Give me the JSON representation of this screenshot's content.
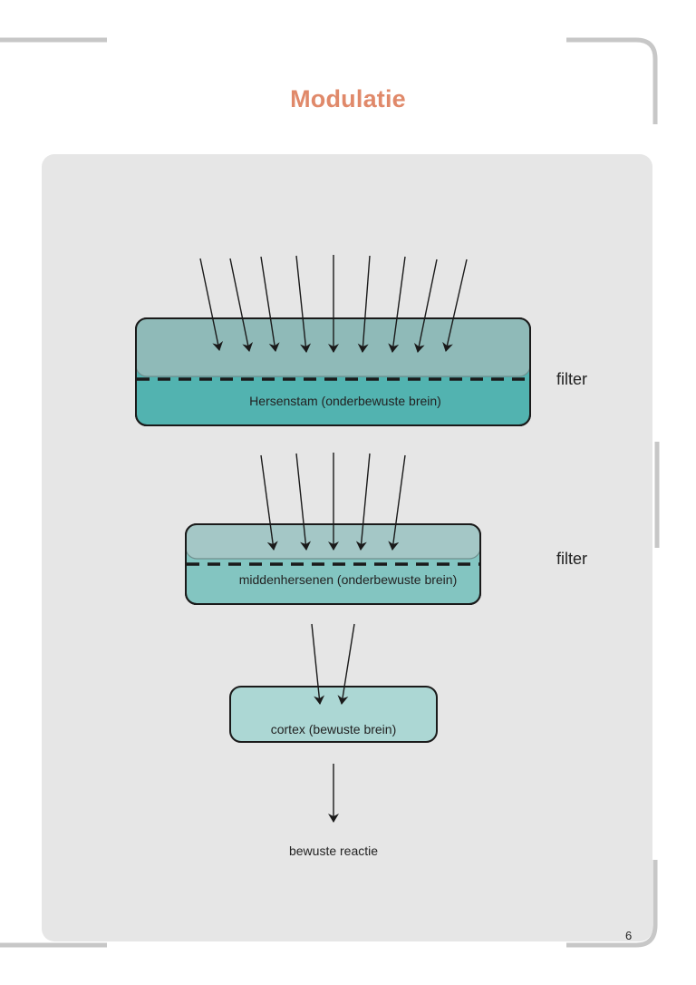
{
  "title": "Modulatie",
  "colors": {
    "title": "#e0896a",
    "panel": "#e6e6e6",
    "frame": "#c7c7c7",
    "hersenstam_top": "#8fbab8",
    "hersenstam_bottom": "#52b3b0",
    "midden_top": "#a4c7c6",
    "midden_bottom": "#83c5c1",
    "cortex": "#acd7d4"
  },
  "boxes": {
    "hersenstam": "Hersenstam (onderbewuste brein)",
    "middenhersenen": "middenhersenen (onderbewuste brein)",
    "cortex": "cortex (bewuste brein)"
  },
  "filter_labels": [
    "filter",
    "filter"
  ],
  "output_label": "bewuste reactie",
  "page_number": "6"
}
